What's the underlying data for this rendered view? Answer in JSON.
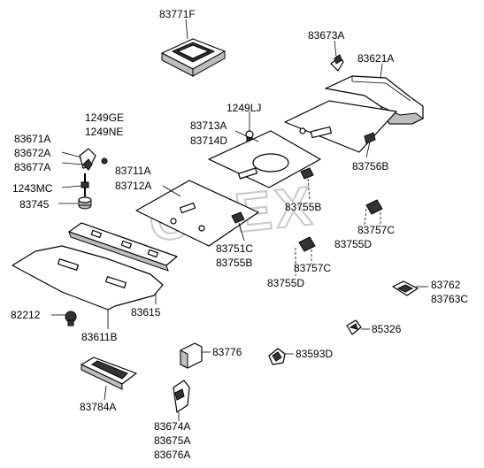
{
  "watermark": "OPEX",
  "labels": {
    "p83771F": "83771F",
    "p83673A": "83673A",
    "p83621A": "83621A",
    "p1249LJ": "1249LJ",
    "p83713A": "83713A",
    "p83714D": "83714D",
    "p1249GE": "1249GE",
    "p1249NE": "1249NE",
    "p83671A": "83671A",
    "p83672A": "83672A",
    "p83677A": "83677A",
    "p83756B": "83756B",
    "p83711A": "83711A",
    "p83712A": "83712A",
    "p1243MC": "1243MC",
    "p83745": "83745",
    "p83755B": "83755B",
    "p83757C_a": "83757C",
    "p83755D_a": "83755D",
    "p83751C": "83751C",
    "p83755B_b": "83755B",
    "p83757C_b": "83757C",
    "p83755D_b": "83755D",
    "p83615": "83615",
    "p83762": "83762",
    "p83763C": "83763C",
    "p82212": "82212",
    "p83611B": "83611B",
    "p85326": "85326",
    "p83776": "83776",
    "p83593D": "83593D",
    "p83784A": "83784A",
    "p83674A": "83674A",
    "p83675A": "83675A",
    "p83676A": "83676A"
  }
}
